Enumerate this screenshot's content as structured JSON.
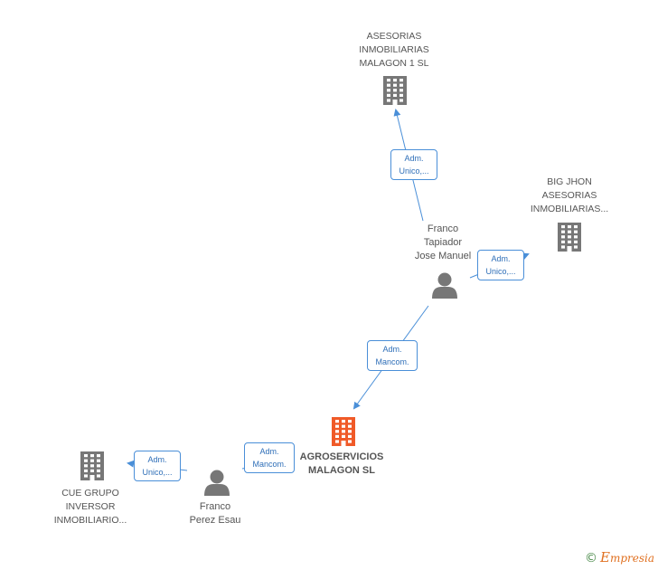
{
  "nodes": {
    "asesorias_malagon": {
      "label": "ASESORIAS\nINMOBILIARIAS\nMALAGON 1  SL",
      "type": "company"
    },
    "big_jhon": {
      "label": "BIG JHON\nASESORIAS\nINMOBILIARIAS...",
      "type": "company"
    },
    "franco_tapiador": {
      "label": "Franco\nTapiador\nJose Manuel",
      "type": "person"
    },
    "agroservicios": {
      "label": "AGROSERVICIOS\nMALAGON  SL",
      "type": "company-focus"
    },
    "cue_grupo": {
      "label": "CUE GRUPO\nINVERSOR\nINMOBILIARIO...",
      "type": "company"
    },
    "franco_perez": {
      "label": "Franco\nPerez Esau",
      "type": "person"
    }
  },
  "edges": [
    {
      "from": "franco_tapiador",
      "to": "asesorias_malagon",
      "label": "Adm.\nUnico,..."
    },
    {
      "from": "franco_tapiador",
      "to": "big_jhon",
      "label": "Adm.\nUnico,..."
    },
    {
      "from": "franco_tapiador",
      "to": "agroservicios",
      "label": "Adm.\nMancom."
    },
    {
      "from": "franco_perez",
      "to": "agroservicios",
      "label": "Adm.\nMancom."
    },
    {
      "from": "franco_perez",
      "to": "cue_grupo",
      "label": "Adm.\nUnico,..."
    }
  ],
  "colors": {
    "company": "#777777",
    "focus": "#f05a28",
    "person": "#777777",
    "edge": "#4a8fd8"
  },
  "brand": {
    "symbol": "©",
    "name": "mpresia",
    "initial": "E"
  }
}
